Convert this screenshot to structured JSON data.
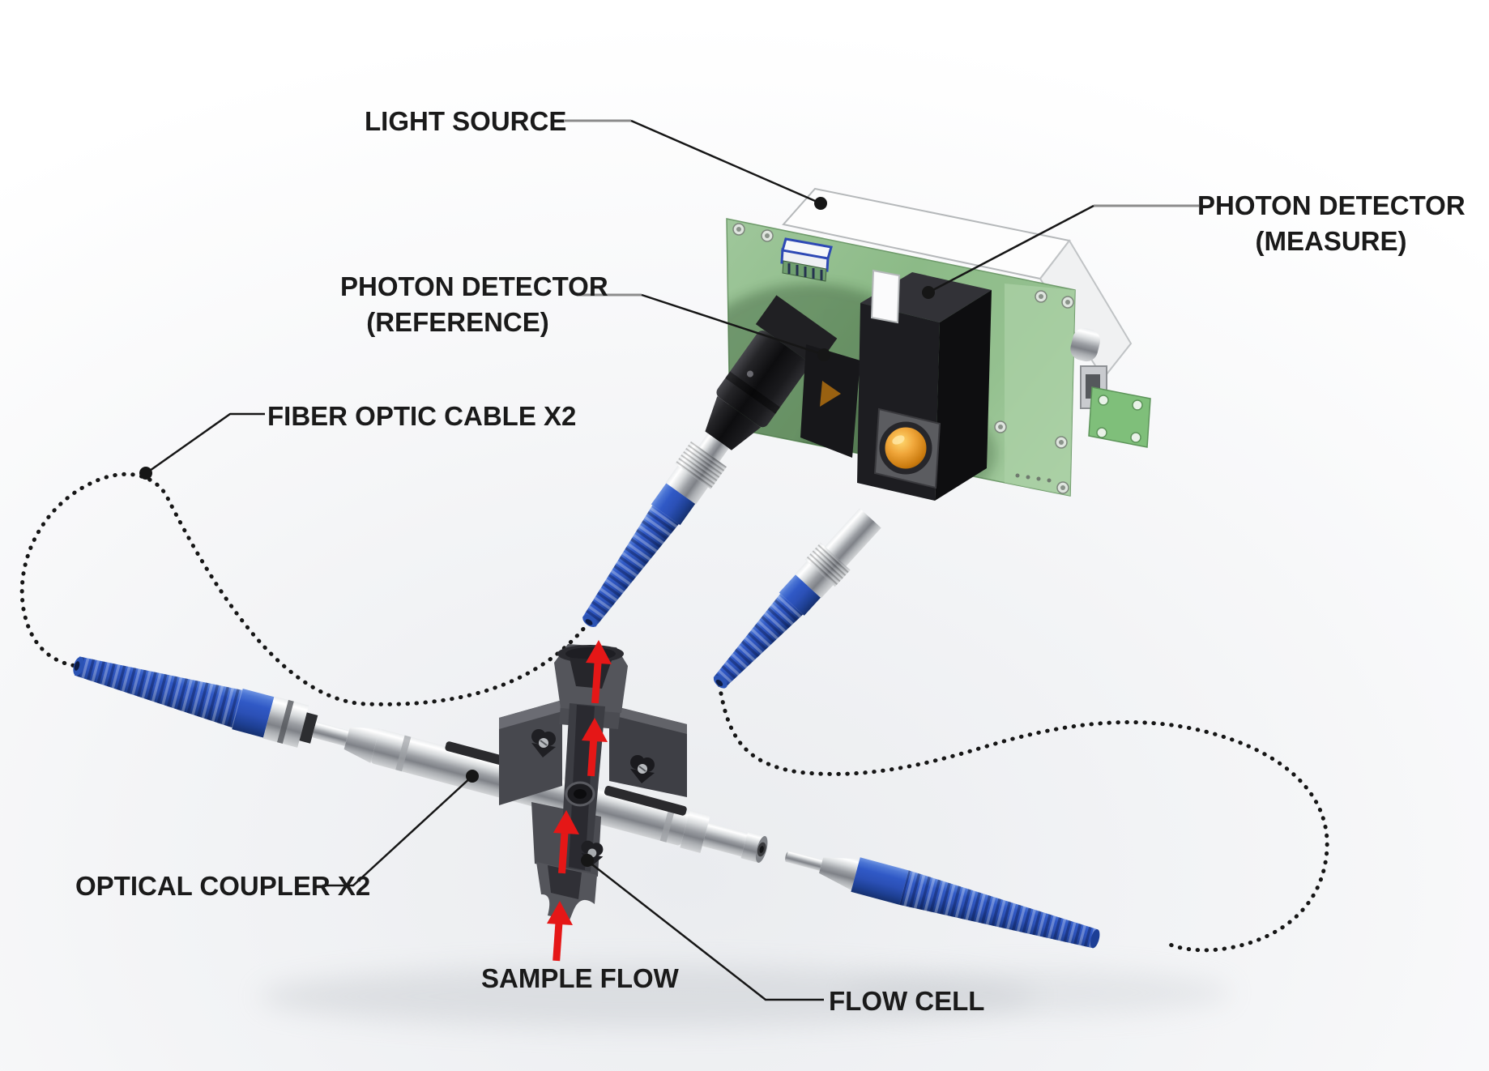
{
  "labels": {
    "light_source": {
      "text": "LIGHT SOURCE"
    },
    "photon_detector_measure": {
      "line1": "PHOTON DETECTOR",
      "line2": "(MEASURE)"
    },
    "photon_detector_reference": {
      "line1": "PHOTON DETECTOR",
      "line2": "(REFERENCE)"
    },
    "fiber_optic_cable": {
      "text": "FIBER OPTIC CABLE X2"
    },
    "optical_coupler": {
      "text": "OPTICAL COUPLER X2"
    },
    "sample_flow": {
      "text": "SAMPLE FLOW"
    },
    "flow_cell": {
      "text": "FLOW CELL"
    }
  },
  "colors": {
    "label_text": "#1a1a1a",
    "leader_line": "#161616",
    "leader_gray": "#8c8c8c",
    "arrow_red": "#e51717",
    "pcb_green": "#93bd8e",
    "connector_blue": "#2f5cc0",
    "detector_black": "#1d1d21",
    "metal_silver": "#c6c9cc",
    "flow_cell_gray": "#4a4b51",
    "lens_amber": "#c87408",
    "background": "#ffffff"
  }
}
